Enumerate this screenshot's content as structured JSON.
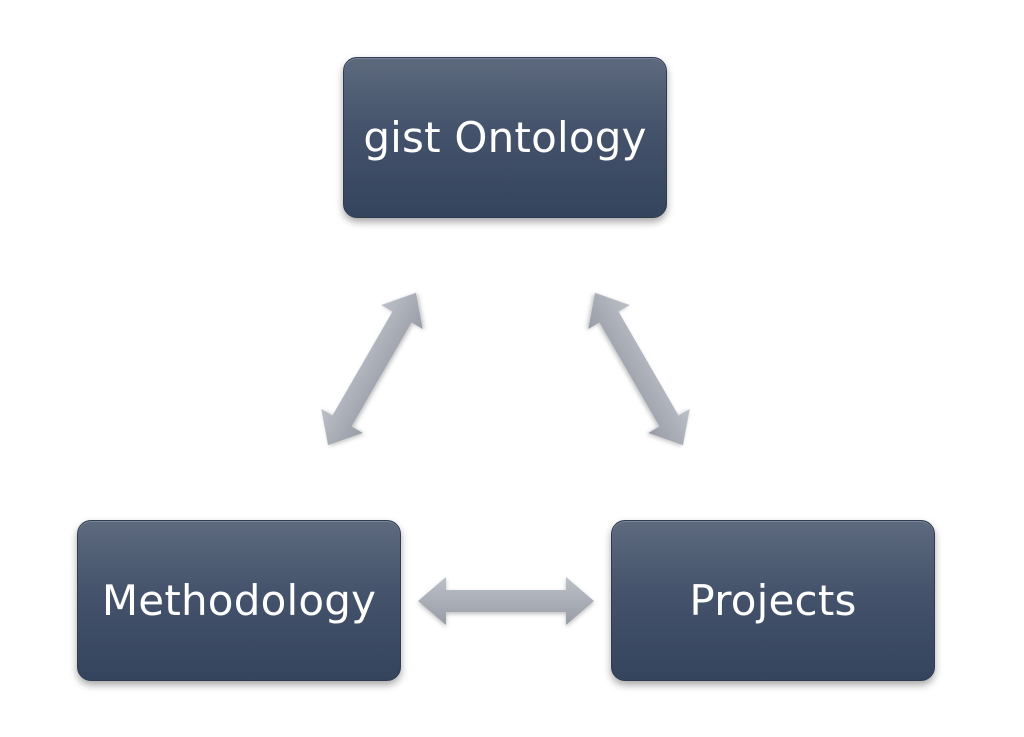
{
  "diagram": {
    "nodes": {
      "top": "gist Ontology",
      "left": "Methodology",
      "right": "Projects"
    },
    "colors": {
      "node_fill_top": "#5d6a7e",
      "node_fill_bottom": "#35445d",
      "node_text": "#ffffff",
      "arrow_fill": "#a9adb5"
    },
    "edges": [
      {
        "from": "top",
        "to": "left",
        "type": "bidirectional"
      },
      {
        "from": "top",
        "to": "right",
        "type": "bidirectional"
      },
      {
        "from": "left",
        "to": "right",
        "type": "bidirectional"
      }
    ]
  }
}
